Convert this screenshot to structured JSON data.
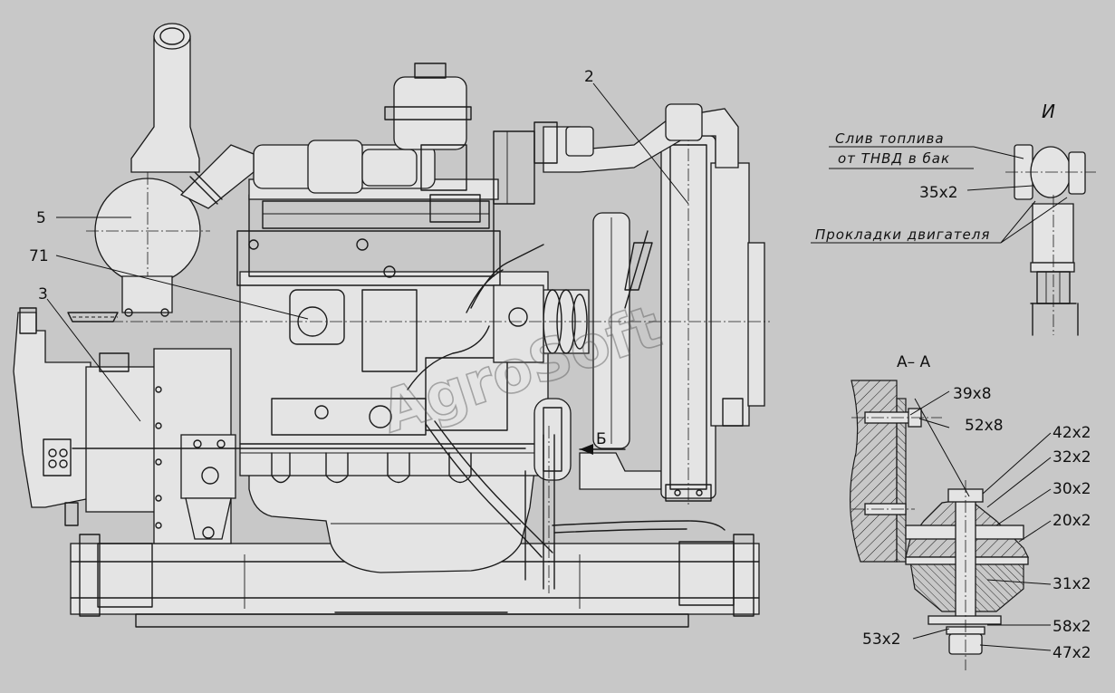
{
  "colors": {
    "background": "#c8c8c8",
    "line": "#1a1a1a",
    "hatch": "#9a9a9a"
  },
  "labels": {
    "part_2": "2",
    "part_3": "3",
    "part_5": "5",
    "part_71": "71",
    "arrow_b": "Б",
    "view_i": "И",
    "section_aa": "А– А",
    "fuel_drain_line1": "Слив топлива",
    "fuel_drain_line2": "от ТНВД в бак",
    "engine_gaskets": "Прокладки двигателя",
    "qty_35x2": "35x2",
    "qty_39x8": "39x8",
    "qty_52x8": "52x8",
    "qty_42x2": "42x2",
    "qty_32x2": "32x2",
    "qty_30x2": "30x2",
    "qty_20x2": "20x2",
    "qty_31x2": "31x2",
    "qty_58x2": "58x2",
    "qty_53x2": "53x2",
    "qty_47x2": "47x2"
  },
  "watermark": "AgroSoft"
}
